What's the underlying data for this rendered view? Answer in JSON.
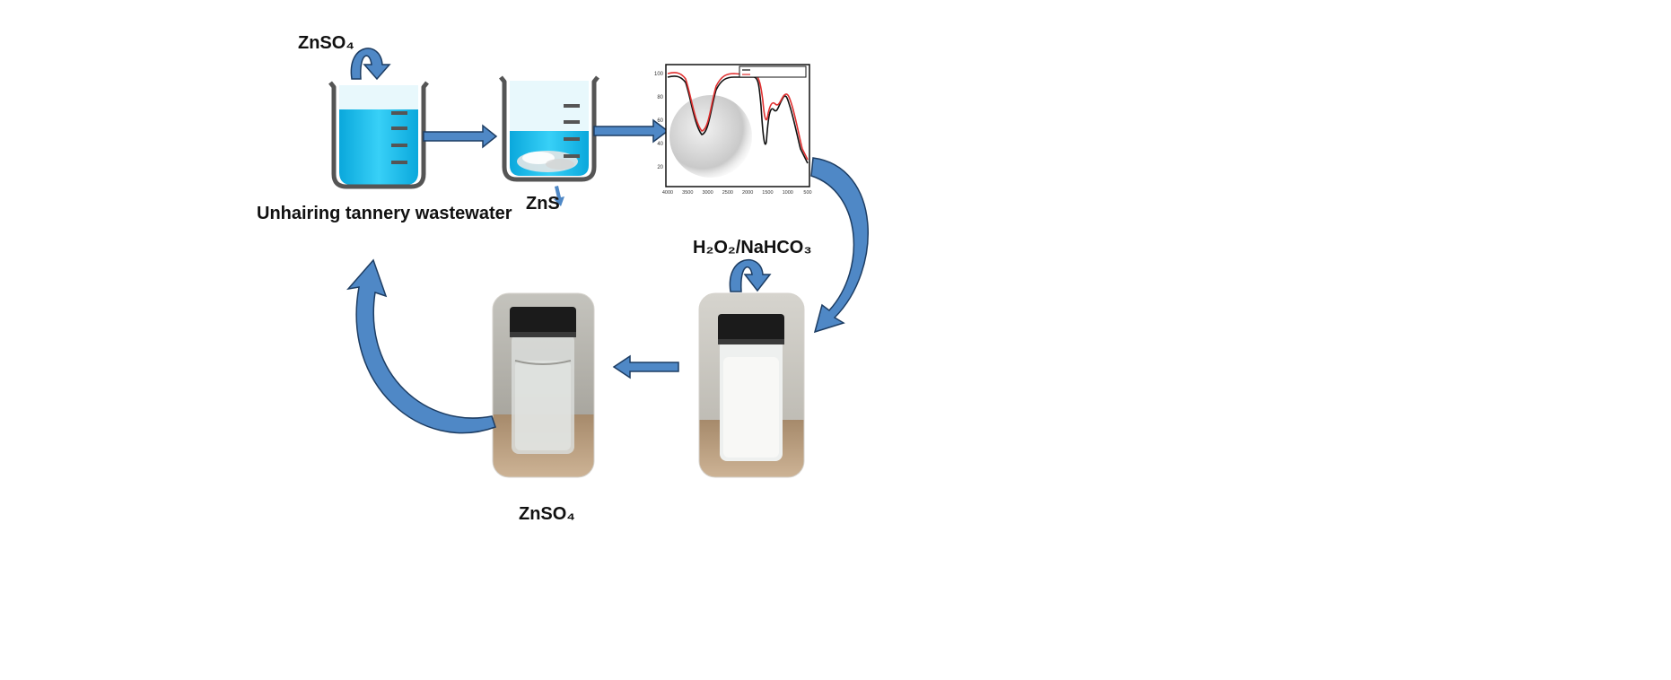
{
  "labels": {
    "zinc_sulfate_top": "ZnSO₄",
    "wastewater": "Unhairing tannery wastewater",
    "zinc_sulfide": "ZnS",
    "oxidant": "H₂O₂/NaHCO₃",
    "zinc_sulfate_bottom": "ZnSO₄"
  },
  "spectrum": {
    "legend": [
      "",
      ""
    ],
    "series_colors": [
      "#111111",
      "#e03030"
    ],
    "y_ticks": [
      "100",
      "80",
      "60",
      "40",
      "20"
    ],
    "x_ticks": [
      "4000",
      "3500",
      "3000",
      "2500",
      "2000",
      "1500",
      "1000",
      "500"
    ]
  },
  "colors": {
    "arrow": "#4f88c6",
    "arrow_outline": "#1d3d63",
    "liquid": "#14bff0",
    "glass": "#e8f8fc",
    "glass_outline": "#555555",
    "vial_cap": "#1b1b1b",
    "table_wood": "#b09372"
  },
  "icons": {
    "beaker": "beaker-icon",
    "vial": "vial-icon",
    "arrow": "arrow-icon"
  }
}
